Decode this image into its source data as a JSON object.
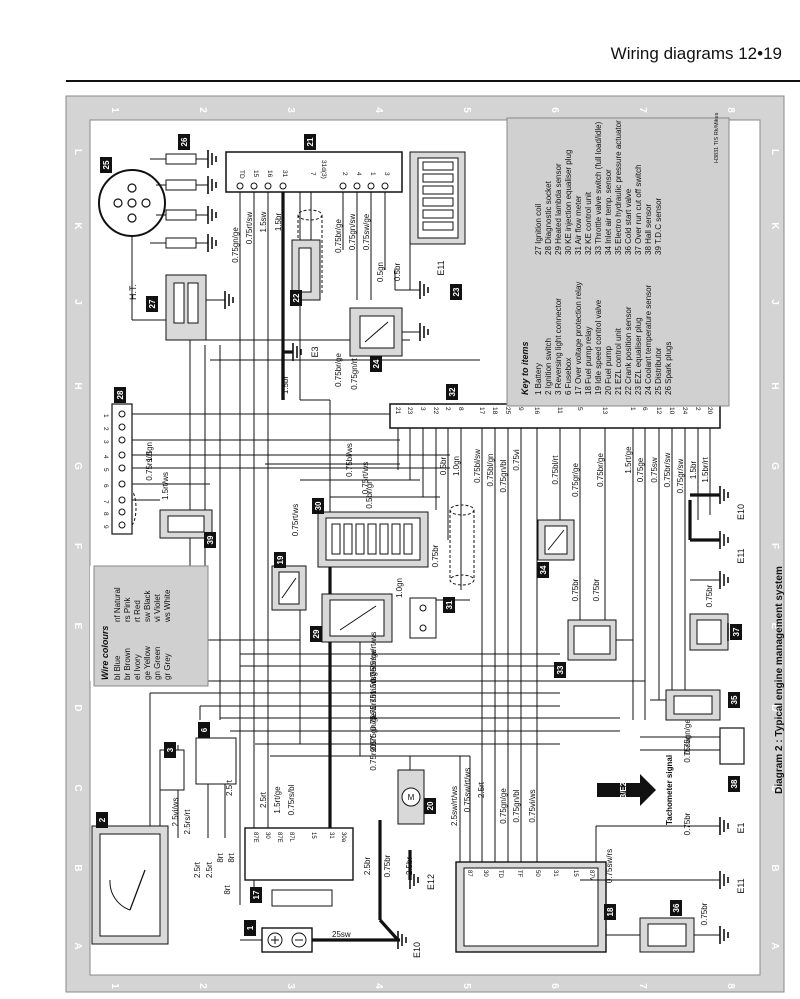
{
  "page": {
    "header_title": "Wiring diagrams",
    "page_number": "12•19"
  },
  "grid": {
    "columns": [
      "1",
      "2",
      "3",
      "4",
      "5",
      "6",
      "7",
      "8"
    ],
    "rows": [
      "L",
      "K",
      "J",
      "H",
      "G",
      "F",
      "E",
      "D",
      "C",
      "B",
      "A"
    ]
  },
  "diagram": {
    "caption": "Diagram 2 : Typical engine management system",
    "ref": "H3831 TIS Rk/Mikes",
    "ht_label": "H.T.",
    "tacho_label": "Tachometer signal",
    "tacho_ref": "3/E2"
  },
  "key": {
    "title": "Key to items",
    "items": [
      "1  Battery",
      "2  Ignition switch",
      "3  Reversing light connector",
      "6  Fusebox",
      "17 Over voltage protection relay",
      "18 Fuel pump relay",
      "19 Idle speed control valve",
      "20 Fuel pump",
      "21 EZL control unit",
      "22 Crank position sensor",
      "23 EZL equaliser plug",
      "24 Coolant temperature sensor",
      "25 Distributor",
      "26 Spark plugs",
      "27 Ignition coil",
      "28 Diagnostic socket",
      "29 Heated lambda sensor",
      "30 KE injection equaliser plug",
      "31 Air flow meter",
      "32 KE control unit",
      "33 Throttle valve switch (full load/idle)",
      "34 Inlet air temp. sensor",
      "35 Electro hydraulic pressure actuator",
      "36 Cold start valve",
      "37 Over run cut off switch",
      "38 Hall sensor",
      "39 T.D.C sensor"
    ]
  },
  "wire_colours": {
    "title": "Wire colours",
    "items": [
      "bl  Blue",
      "br  Brown",
      "el  Ivory",
      "ge  Yellow",
      "gn  Green",
      "gr  Grey",
      "nf  Natural",
      "rs  Pink",
      "rt  Red",
      "sw  Black",
      "vi  Violet",
      "ws  White"
    ]
  },
  "components": {
    "c1": "1",
    "c2": "2",
    "c3": "3",
    "c6": "6",
    "c17": "17",
    "c18": "18",
    "c19": "19",
    "c20": "20",
    "c21": "21",
    "c22": "22",
    "c23": "23",
    "c24": "24",
    "c25": "25",
    "c26": "26",
    "c27": "27",
    "c28": "28",
    "c29": "29",
    "c30": "30",
    "c31": "31",
    "c32": "32",
    "c33": "33",
    "c34": "34",
    "c35": "35",
    "c36": "36",
    "c37": "37",
    "c38": "38",
    "c39": "39"
  },
  "grounds": {
    "e1": "E1",
    "e3": "E3",
    "e10a": "E10",
    "e10b": "E10",
    "e11a": "E11",
    "e11b": "E11",
    "e11c": "E11",
    "e12": "E12"
  },
  "wires": {
    "w_0_75gn_ge": "0.75gn/ge",
    "w_0_75rt_sw": "0.75rt/sw",
    "w_1_5sw": "1.5sw",
    "w_1_5br": "1.5br",
    "w_0_75br_ge": "0.75br/ge",
    "w_0_75gn_sw": "0.75gn/sw",
    "w_0_75sw_ge": "0.75sw/ge",
    "w_0_5gn": "0.5gn",
    "w_0_5br": "0.5br",
    "w_0_75br_ge2": "0.75br/ge",
    "w_0_75gn_rt": "0.75gn/rt",
    "w_1_5br2": "1.5br",
    "w_1_5gn": "1.5gn",
    "w_0_75rs_rt": "0.75rs/rt",
    "w_1_5rt_ws": "1.5rt/ws",
    "w_0_75bl_ws": "0.75bl/ws",
    "w_0_75rt_ws": "0.75rt/ws",
    "w_0_5br_gn": "0.5br/gn",
    "w_1_0gn": "1.0gn",
    "w_0_75bl_sw": "0.75bl/sw",
    "w_0_75bl_gn": "0.75bl/gn",
    "w_0_75gn_bl": "0.75gn/bl",
    "w_0_75vi": "0.75vi",
    "w_0_75bl_rt": "0.75bl/rt",
    "w_0_75gr_ge": "0.75gr/ge",
    "w_0_75br_ge3": "0.75br/ge",
    "w_1_5rt_ge": "1.5rt/ge",
    "w_0_75ge": "0.75ge",
    "w_0_75sw": "0.75sw",
    "w_0_75br_sw": "0.75br/sw",
    "w_0_75gr_sw": "0.75gr/sw",
    "w_1_5br3": "1.5br",
    "w_1_5br_rt": "1.5br/rt",
    "w_0_75rt_ws2": "0.75rt/ws",
    "w_0_75br_f": "0.75br",
    "w_0_75br_f2": "0.75br",
    "w_1_0gn2": "1.0gn",
    "w_0_75br_e": "0.75br",
    "w_0_75br_d": "0.75br",
    "w_0_75sw_rt_ws": "0.75sw/rt/ws",
    "w_0_75br_ge4": "0.75br/ge",
    "w_1_5rt_ge2": "1.5rt/ge",
    "w_0_75vi_ws": "0.75vi/ws",
    "w_0_75rs_rt2": "0.75rs/rt",
    "w_0_75sw2": "0.75sw",
    "w_0_75gn_ge2": "0.75gn/ge",
    "w_2_5rt": "2.5rt",
    "w_0_75rs_rt3": "0.75rs/rt",
    "w_0_75gn_ge3": "0.75gn/ge",
    "w_0_75sw3": "0.75sw",
    "w_2_5vi_ws": "2.5vi/ws",
    "w_2_5rs_rt": "2.5rs/rt",
    "w_2_5rt_a": "2.5rt",
    "w_2_5rt_b": "2.5rt",
    "w_8rt_a": "8rt",
    "w_8rt_b": "8rt",
    "w_8rt_c": "8rt",
    "w_2_5rt_c": "2.5rt",
    "w_2_5rt_d": "2.5rt",
    "w_1_5rt_ge3": "1.5rt/ge",
    "w_0_75rs_bl": "0.75rs/bl",
    "w_2_5br": "2.5br",
    "w_0_75br_c": "0.75br",
    "w_2_5br2": "2.5br",
    "w_25sw": "25sw",
    "w_2_5sw_rt_ws": "2.5sw/rt/ws",
    "w_0_75sw_rt_ws2": "0.75sw/rt/ws",
    "w_2_5rt_e": "2.5rt",
    "w_0_75gn_ge4": "0.75gn/ge",
    "w_0_75gn_bl2": "0.75gn/bl",
    "w_0_75vi_ws2": "0.75vi/ws",
    "w_0_75br_b": "0.75br",
    "w_0_75sw_rs": "0.75sw/rs",
    "w_0_75br_a": "0.75br"
  },
  "pins": {
    "p21": [
      "TD",
      "15",
      "16",
      "31",
      "7",
      "31d(3)",
      "2",
      "4",
      "1",
      "3"
    ],
    "p28": [
      "1",
      "2",
      "3",
      "4",
      "5",
      "6",
      "7",
      "8",
      "9"
    ],
    "p32": [
      "21",
      "23",
      "3",
      "22",
      "2",
      "8",
      "17",
      "18",
      "25",
      "9",
      "16",
      "11",
      "5",
      "13",
      "1",
      "6",
      "12",
      "10",
      "24",
      "2",
      "20"
    ],
    "p18": [
      "87",
      "30",
      "TD",
      "TF",
      "50",
      "31",
      "15",
      "87V"
    ],
    "p17": [
      "87E",
      "30",
      "87E",
      "87L",
      "15",
      "31",
      "30a"
    ]
  }
}
